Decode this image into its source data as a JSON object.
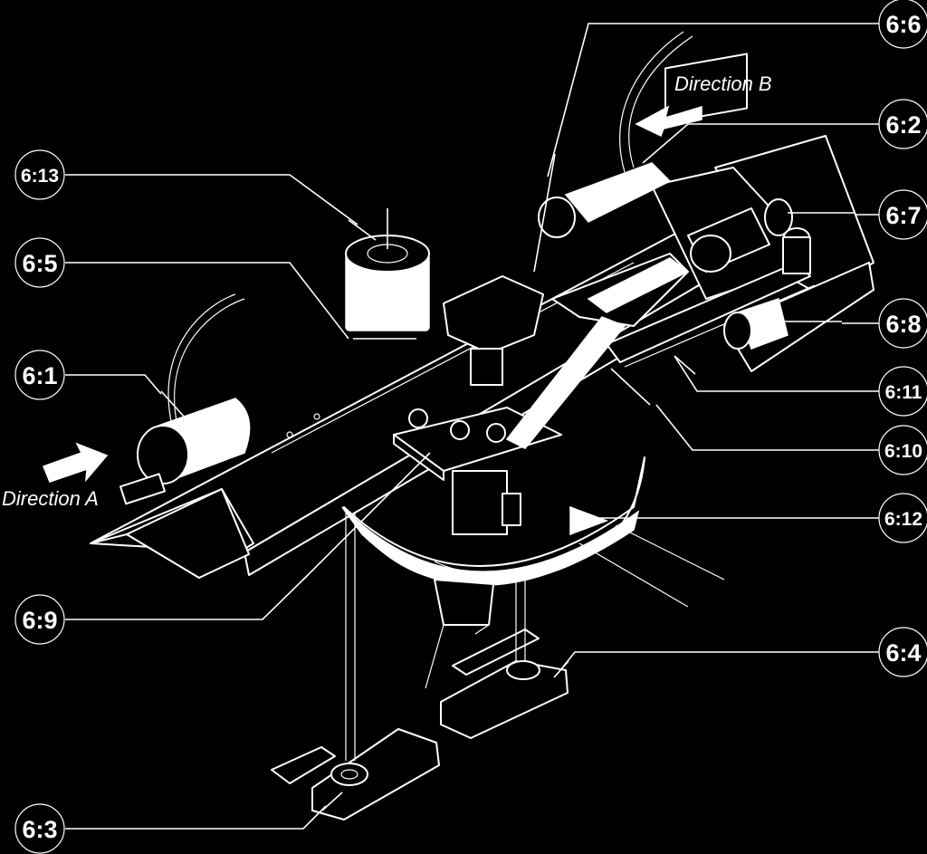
{
  "callouts": {
    "c6_6": "6:6",
    "c6_2": "6:2",
    "c6_13": "6:13",
    "c6_7": "6:7",
    "c6_5": "6:5",
    "c6_8": "6:8",
    "c6_1": "6:1",
    "c6_11": "6:11",
    "c6_10": "6:10",
    "c6_12": "6:12",
    "c6_9": "6:9",
    "c6_4": "6:4",
    "c6_3": "6:3"
  },
  "directions": {
    "a": "Direction A",
    "b": "Direction B"
  },
  "colors": {
    "background": "#000000",
    "lines": "#ffffff"
  }
}
